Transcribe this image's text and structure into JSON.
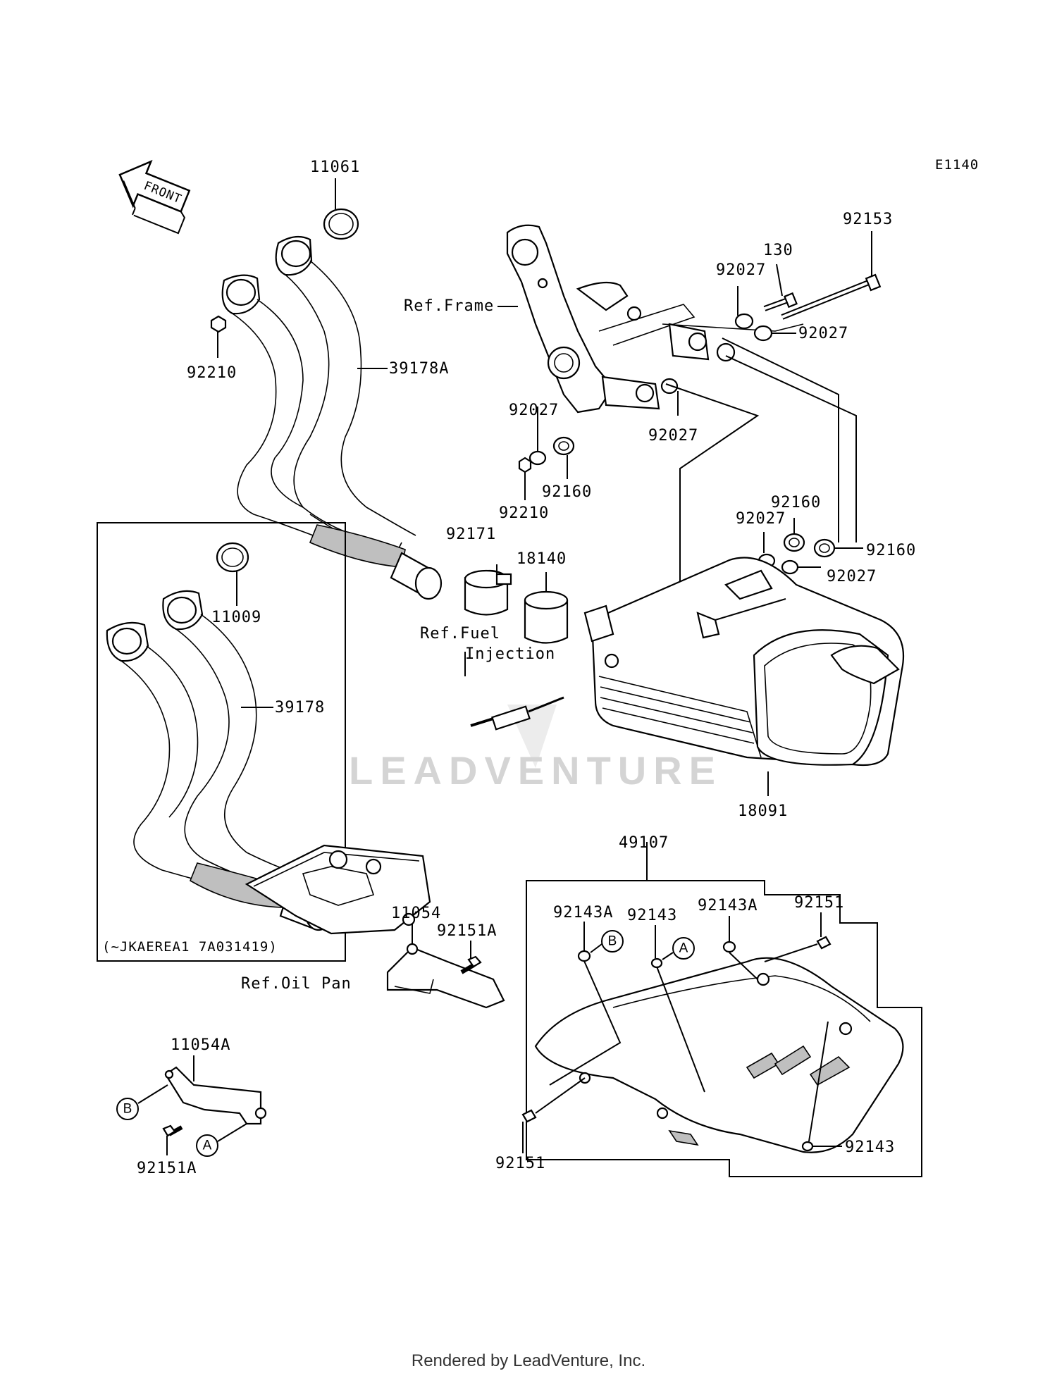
{
  "diagram": {
    "code": "E1140",
    "watermark": "LEADVENTURE",
    "front_label": "FRONT",
    "footer": "Rendered by LeadVenture, Inc."
  },
  "parts": {
    "p11061": "11061",
    "p92210_top": "92210",
    "p39178A": "39178A",
    "p11009": "11009",
    "p39178": "39178",
    "p92153": "92153",
    "p130": "130",
    "p92027_a": "92027",
    "p92027_b": "92027",
    "p92027_c": "92027",
    "p92027_d": "92027",
    "p92027_e": "92027",
    "p92027_f": "92027",
    "p92160_a": "92160",
    "p92160_b": "92160",
    "p92160_c": "92160",
    "p92210_mid": "92210",
    "p92171": "92171",
    "p18140": "18140",
    "p18091": "18091",
    "p49107": "49107",
    "p11054": "11054",
    "p92151A_top": "92151A",
    "p11054A": "11054A",
    "p92151A_bottom": "92151A",
    "p92143A_left": "92143A",
    "p92143": "92143",
    "p92143A_right": "92143A",
    "p92151_right": "92151",
    "p92151_bottom": "92151",
    "p92143_bottom": "92143"
  },
  "references": {
    "frame": "Ref.Frame",
    "fuel_line1": "Ref.Fuel",
    "fuel_line2": "Injection",
    "oil_pan": "Ref.Oil Pan"
  },
  "inset": {
    "serial_note": "(~JKAEREA1 7A031419)"
  },
  "callouts": {
    "A": "A",
    "B": "B"
  }
}
